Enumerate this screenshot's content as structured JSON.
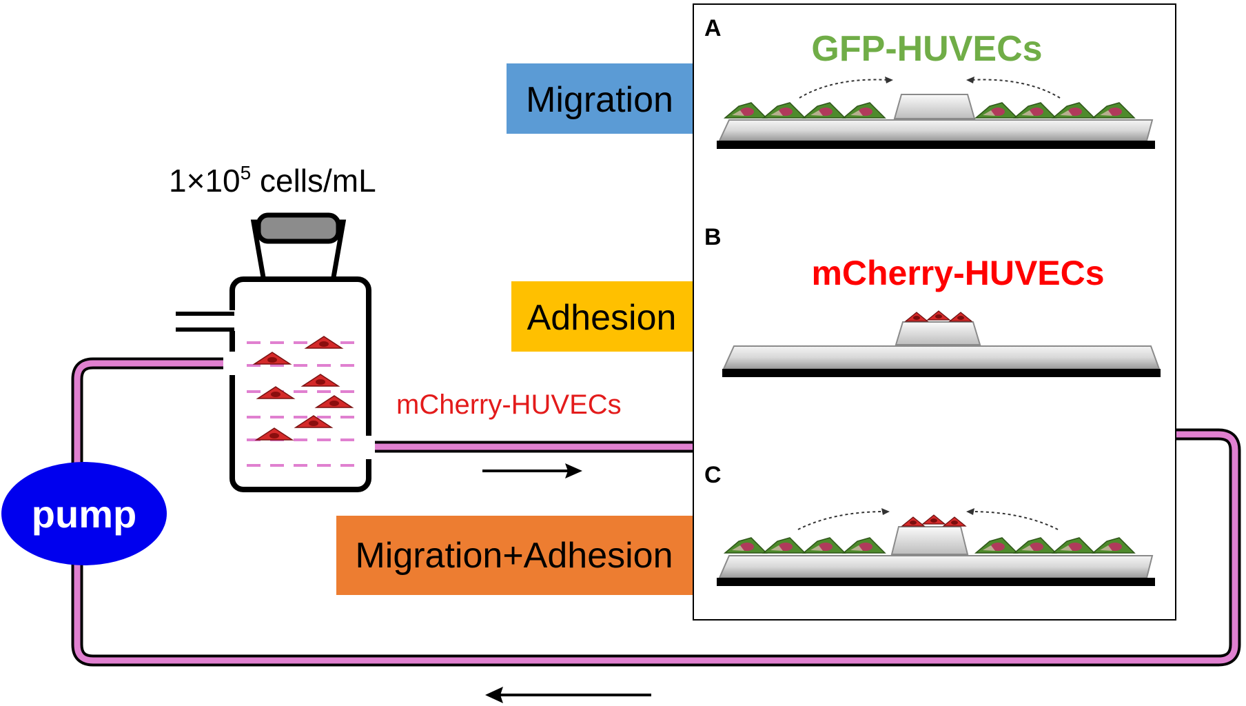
{
  "concentration": {
    "prefix": "1×10",
    "exponent": "5",
    "suffix": " cells/mL"
  },
  "pump_label": "pump",
  "flow_label": "mCherry-HUVECs",
  "stages": [
    {
      "label": "Migration",
      "color": "#5b9bd5"
    },
    {
      "label": "Adhesion",
      "color": "#ffc000"
    },
    {
      "label": "Migration+Adhesion",
      "color": "#ed7d31"
    }
  ],
  "panels": [
    {
      "letter": "A",
      "title": "GFP-HUVECs",
      "title_color": "#70ad47"
    },
    {
      "letter": "B",
      "title": "mCherry-HUVECs",
      "title_color": "#ff0000"
    },
    {
      "letter": "C",
      "title": ""
    }
  ],
  "colors": {
    "tube": "#e080d0",
    "pump": "#0000ee",
    "mcherry_cell": "#d42a2a",
    "gfp_cell": "#4e8a2c"
  }
}
